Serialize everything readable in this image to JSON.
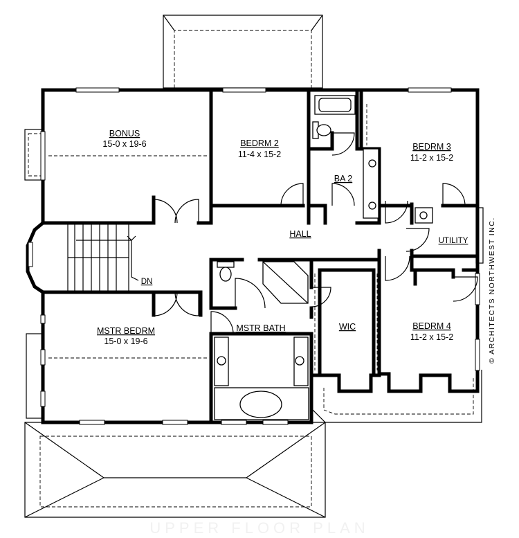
{
  "plan": {
    "title": "UPPER FLOOR PLAN",
    "credit": "© ARCHITECTS NORTHWEST INC.",
    "rooms": {
      "bonus": {
        "name": "BONUS",
        "dims": "15-0 x 19-6"
      },
      "bedrm2": {
        "name": "BEDRM 2",
        "dims": "11-4 x 15-2"
      },
      "bedrm3": {
        "name": "BEDRM 3",
        "dims": "11-2 x 15-2"
      },
      "ba2": {
        "name": "BA 2"
      },
      "hall": {
        "name": "HALL"
      },
      "utility": {
        "name": "UTILITY"
      },
      "mstr_bedrm": {
        "name": "MSTR BEDRM",
        "dims": "15-0 x 19-6"
      },
      "mstr_bath": {
        "name": "MSTR BATH"
      },
      "wic": {
        "name": "WIC"
      },
      "bedrm4": {
        "name": "BEDRM 4",
        "dims": "11-2 x 15-2"
      }
    },
    "stair_label": "DN"
  }
}
